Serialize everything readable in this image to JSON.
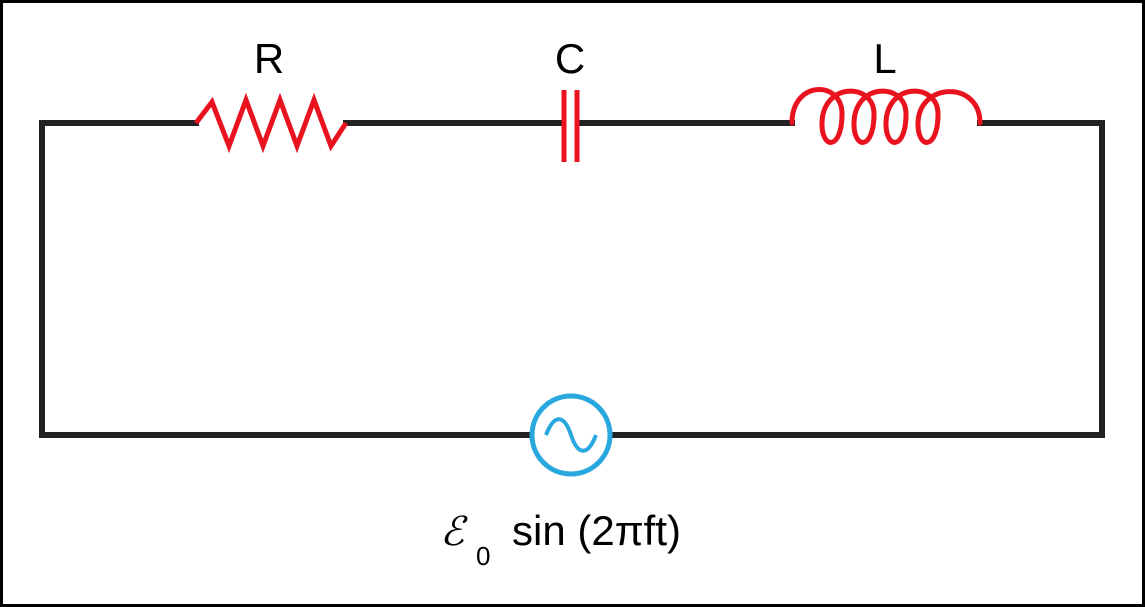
{
  "colors": {
    "wire": "#222222",
    "component": "#e8131f",
    "source": "#29a8e0",
    "label": "#000000"
  },
  "components": {
    "resistor": {
      "label": "R",
      "icon": "resistor-zigzag-icon"
    },
    "capacitor": {
      "label": "C",
      "icon": "capacitor-icon"
    },
    "inductor": {
      "label": "L",
      "icon": "inductor-coil-icon"
    }
  },
  "source": {
    "icon": "ac-sine-source-icon",
    "emf_symbol": "ℰ",
    "emf_subscript": "0",
    "expression": "sin (2πft)"
  }
}
